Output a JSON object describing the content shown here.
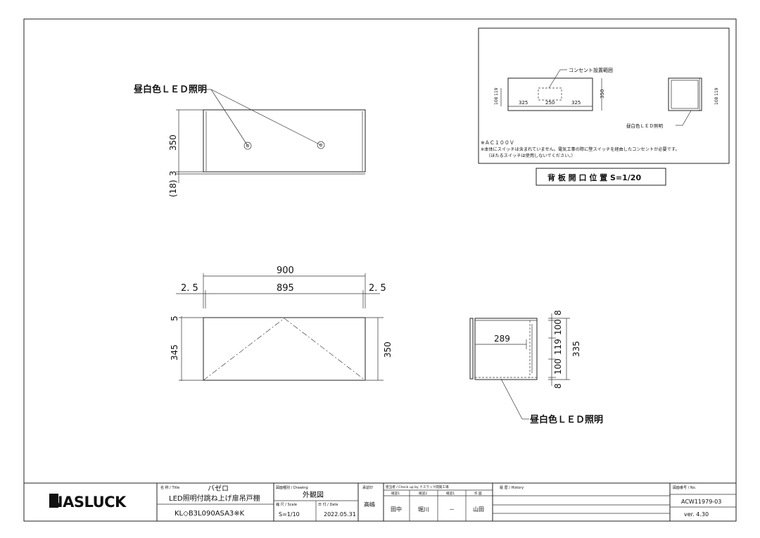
{
  "labels": {
    "led_light": "昼白色ＬＥＤ照明",
    "outlet_range": "コンセント設置範囲",
    "note_ac": "※ＡＣ１００Ｖ",
    "note_switch1": "※本体にスイッチは含まれていません。電気工事の際に壁スイッチを経由したコンセントが必要です。",
    "note_switch2": "（ほたるスイッチは使用しないでください。）",
    "back_opening": "背 板 開 口 位 置  S=1/20"
  },
  "dims": {
    "h350": "350",
    "h3": "3",
    "h18": "(18)",
    "w900": "900",
    "w895": "895",
    "w2_5": "2. 5",
    "f5": "5",
    "f345": "345",
    "d289": "289",
    "d8": "8",
    "d100": "100",
    "d119": "119",
    "d335": "335",
    "s108": "108",
    "s119": "119",
    "s325": "325",
    "s250": "250",
    "s350": "350"
  },
  "title_block": {
    "logo": "NASLUCK",
    "title_label": "名 称 / Title",
    "title": "バゼロ",
    "product": "LED照明付跳ね上げ扉吊戸棚",
    "model": "KL◇B3L090ASA3※K",
    "drawing_label": "図面種別 / Drawing",
    "drawing": "外観図",
    "scale_label": "縮 尺 / Scale",
    "scale": "S=1/10",
    "date_label": "日 付 / Date",
    "date": "2022.05.31",
    "approval_label": "承認印",
    "approver": "高嶋",
    "check_label": "担当者 / Check up by  ナスラック開発工場",
    "check1_label": "確認1",
    "check2_label": "確認2",
    "check3_label": "確認1",
    "author_label": "作 図",
    "check1": "田中",
    "check2": "堀川",
    "check3": "－",
    "author": "山田",
    "history_label": "履 歴 / History",
    "no_label": "図面番号 / No.",
    "drawing_no": "ACW11979-03",
    "version": "ver. 4.30"
  }
}
